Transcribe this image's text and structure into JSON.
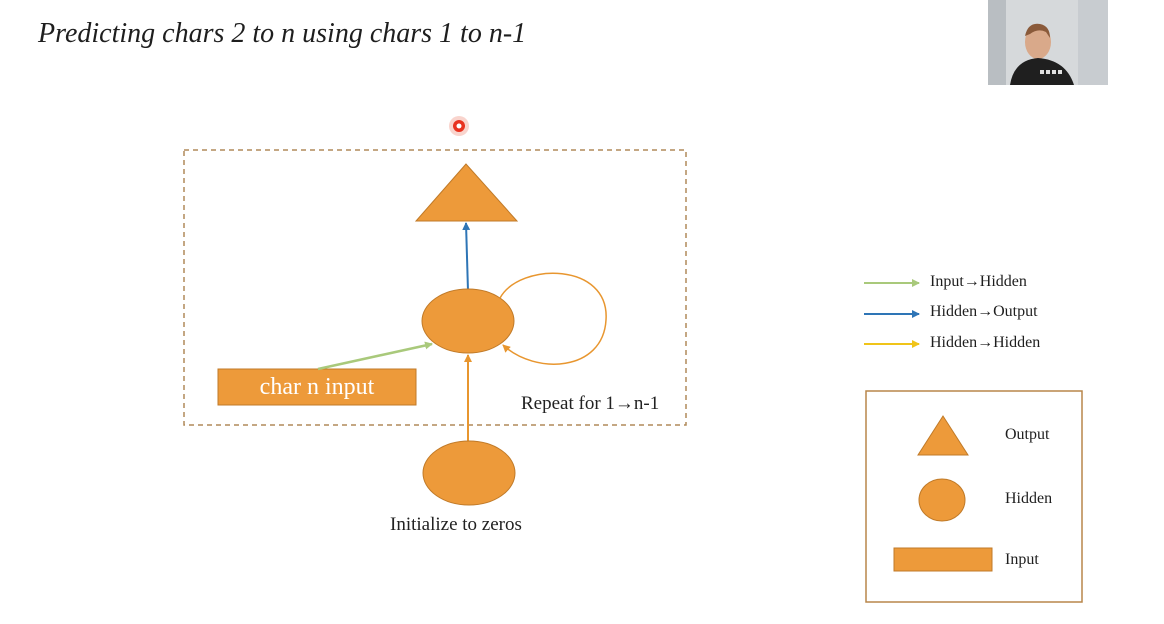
{
  "slide": {
    "title": "Predicting chars 2 to n using chars 1 to n-1"
  },
  "diagram": {
    "input_label": "char n input",
    "repeat_label": "Repeat for 1→n-1",
    "init_label": "Initialize to zeros"
  },
  "legend_lines": [
    {
      "label": "Input→Hidden",
      "color": "#a9c97b"
    },
    {
      "label": "Hidden→Output",
      "color": "#2e75b6"
    },
    {
      "label": "Hidden→Hidden",
      "color": "#f0c419"
    }
  ],
  "legend_shapes": [
    {
      "label": "Output",
      "icon": "triangle-icon"
    },
    {
      "label": "Hidden",
      "icon": "circle-icon"
    },
    {
      "label": "Input",
      "icon": "rectangle-icon"
    }
  ],
  "colors": {
    "shape_fill": "#ed9a3a",
    "shape_stroke": "#c07a28",
    "dashed_border": "#b08a5a",
    "legend_border": "#b8864a",
    "laser_pointer": "#e8321f"
  }
}
